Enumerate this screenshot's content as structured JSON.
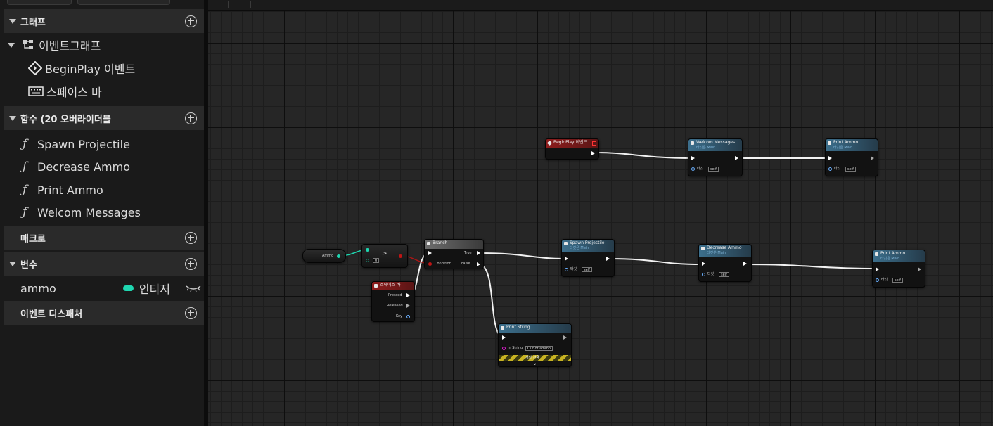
{
  "panel": {
    "sections": {
      "graph": "그래프",
      "functions": "함수 (20 오버라이더블",
      "macros": "매크로",
      "variables": "변수",
      "dispatchers": "이벤트 디스패처"
    },
    "graph_items": {
      "event_graph": "이벤트그래프",
      "begin_play": "BeginPlay 이벤트",
      "space_bar": "스페이스 바"
    },
    "functions": [
      "Spawn Projectile",
      "Decrease Ammo",
      "Print Ammo",
      "Welcom Messages"
    ],
    "variable": {
      "name": "ammo",
      "type": "인티저",
      "type_color": "#1fd6b0"
    }
  },
  "graph": {
    "nodes": {
      "begin_play": {
        "title": "BeginPlay 이벤트"
      },
      "welcome": {
        "title": "Welcom Messages",
        "sub": "타깃은 Main",
        "target": "타깃",
        "self": "self"
      },
      "print_ammo_top": {
        "title": "Print Ammo",
        "sub": "타깃은 Main",
        "target": "타깃",
        "self": "self"
      },
      "ammo_get": {
        "label": "Ammo"
      },
      "compare": {
        "op": ">",
        "value": "0"
      },
      "branch": {
        "title": "Branch",
        "condition": "Condition",
        "true_label": "True",
        "false_label": "False"
      },
      "space_bar": {
        "title": "스페이스 바",
        "pressed": "Pressed",
        "released": "Released",
        "key": "Key"
      },
      "spawn": {
        "title": "Spawn Projectile",
        "sub": "타깃은 Main",
        "target": "타깃",
        "self": "self"
      },
      "decrease": {
        "title": "Decrease Ammo",
        "sub": "타깃은 Main",
        "target": "타깃",
        "self": "self"
      },
      "print_ammo": {
        "title": "Print Ammo",
        "sub": "타깃은 Main",
        "target": "타깃",
        "self": "self"
      },
      "print_string": {
        "title": "Print String",
        "in_string": "In String",
        "in_value": "Out of ammo",
        "dev_only": "개발 전용"
      }
    },
    "colors": {
      "event": "#8e1d1d",
      "function": "#3c6f8c",
      "integer_pin": "#1fd6b0",
      "bool_pin": "#9a1111",
      "string_pin": "#e01bd0"
    }
  }
}
